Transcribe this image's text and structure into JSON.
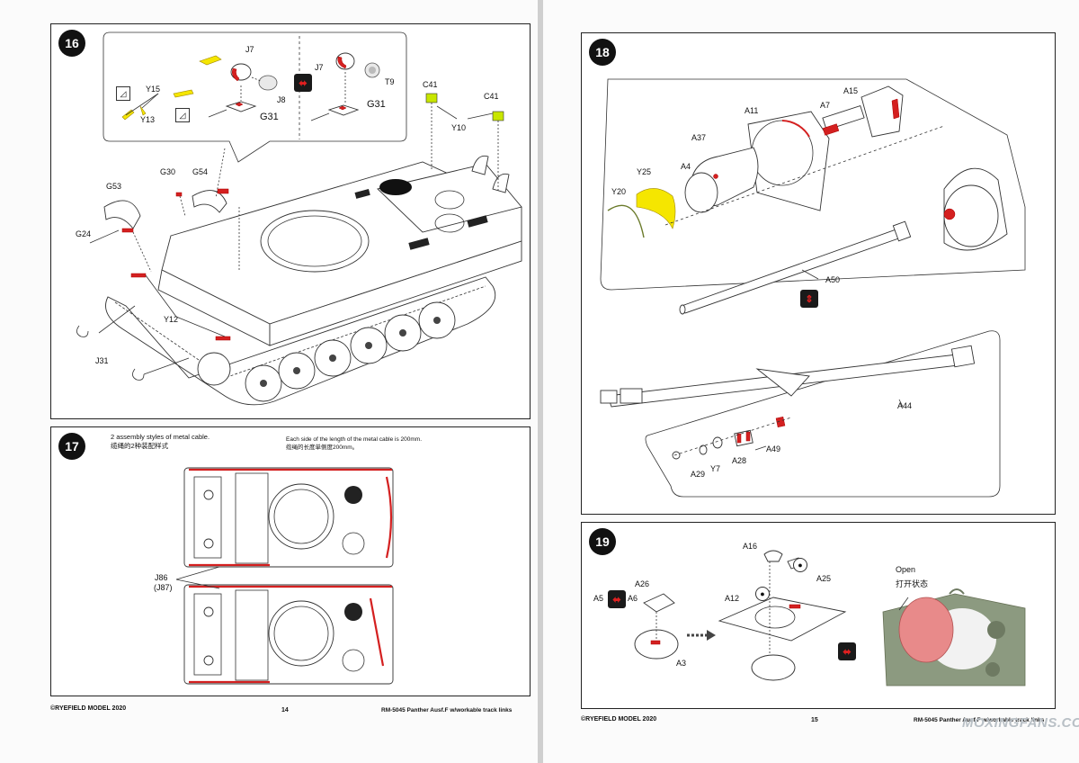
{
  "left_page": {
    "step16": {
      "number": "16",
      "labels": {
        "j7": "J7",
        "y15": "Y15",
        "y13": "Y13",
        "j8": "J8",
        "g31": "G31",
        "j7b": "J7",
        "t9": "T9",
        "g31b": "G31",
        "c41a": "C41",
        "c41b": "C41",
        "y10": "Y10",
        "g30": "G30",
        "g54": "G54",
        "g53": "G53",
        "g24": "G24",
        "y12": "Y12",
        "j31": "J31"
      }
    },
    "step17": {
      "number": "17",
      "note1_en": "2 assembly styles of metal cable.",
      "note1_cn": "缆绳的2种装配样式",
      "note2_en": "Each side of the length of the metal cable is 200mm.",
      "note2_cn": "缆绳的长度单侧度200mm。",
      "j86": "J86",
      "j87": "(J87)"
    },
    "footer": {
      "copyright": "©RYEFIELD MODEL 2020",
      "page": "14",
      "product": "RM-5045  Panther Ausf.F w/workable track links"
    }
  },
  "right_page": {
    "step18": {
      "number": "18",
      "labels": {
        "a15": "A15",
        "a7": "A7",
        "a11": "A11",
        "a37": "A37",
        "a4": "A4",
        "y25": "Y25",
        "y20": "Y20",
        "a50": "A50",
        "a44": "A44",
        "a49": "A49",
        "a28": "A28",
        "y7": "Y7",
        "a29": "A29"
      }
    },
    "step19": {
      "number": "19",
      "labels": {
        "a16": "A16",
        "a25": "A25",
        "a26": "A26",
        "a5": "A5",
        "a6": "A6",
        "a12": "A12",
        "a3": "A3",
        "open": "Open",
        "open_cn": "打开状态"
      }
    },
    "footer": {
      "copyright": "©RYEFIELD MODEL 2020",
      "page": "15",
      "product": "RM-5045  Panther Ausf.F w/workable track links"
    },
    "watermark": "MOXINGFANS.COM"
  },
  "colors": {
    "highlight_red": "#d42020",
    "highlight_yellow": "#f5e600",
    "hatch_green": "#8c9a80",
    "hatch_pink": "#e88a8a"
  }
}
